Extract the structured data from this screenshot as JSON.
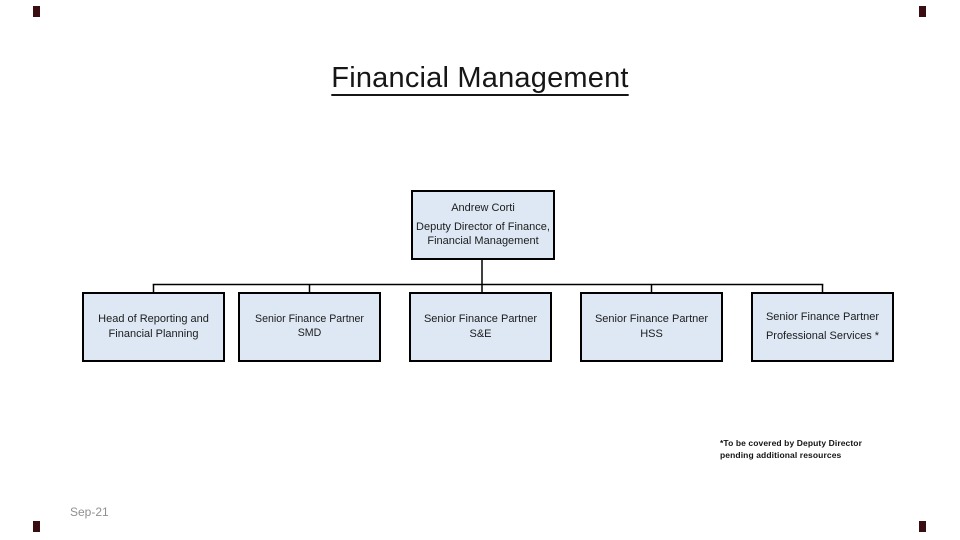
{
  "slide": {
    "title": "Financial Management",
    "date_footer": "Sep-21",
    "footnote": "*To be covered by Deputy Director\npending additional resources"
  },
  "org_chart": {
    "root": {
      "name": "Andrew Corti",
      "role": "Deputy Director of Finance,\nFinancial Management"
    },
    "children": [
      {
        "label": "Head of Reporting and\nFinancial Planning"
      },
      {
        "label": "Senior Finance Partner SMD"
      },
      {
        "label": "Senior Finance Partner S&E"
      },
      {
        "label": "Senior Finance Partner HSS"
      },
      {
        "label": "Senior Finance Partner\nProfessional Services *"
      }
    ]
  },
  "colors": {
    "box_fill": "#dde8f4",
    "box_border": "#000000",
    "connector": "#000000",
    "date_text": "#909090",
    "corner_mark": "#3a0d12"
  }
}
